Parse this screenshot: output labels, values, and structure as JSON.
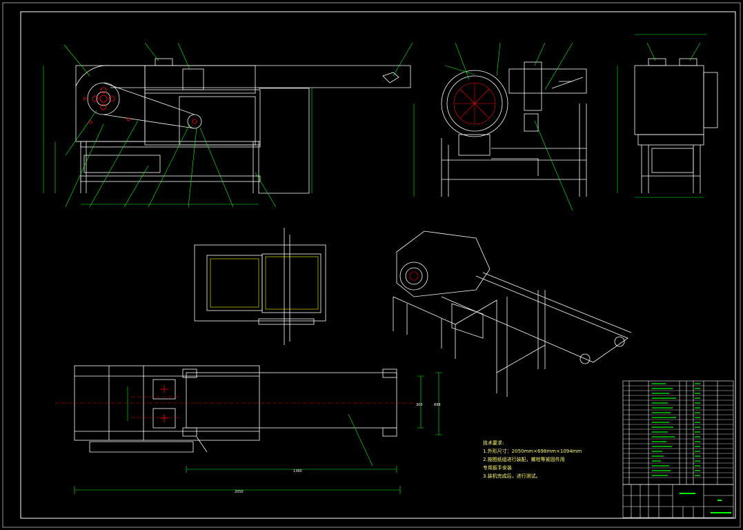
{
  "drawing": {
    "notes": {
      "heading": "技术要求:",
      "lines": [
        "1.外形尺寸：2050mm×698mm×1094mm",
        "2.按图纸组进行装配，螺栓等紧固件用",
        "  专用扳手安装",
        "3.装机完成后，进行测试。"
      ]
    },
    "dimensions": {
      "bottom_overall": "2050",
      "bottom_inner": "1360",
      "bottom_height_a": "300",
      "bottom_height_b": "698"
    },
    "colors": {
      "background": "#000000",
      "frame": "#ffffff",
      "leader": "#00ff00",
      "centerline": "#ff0000",
      "section": "#ffff00",
      "dimension": "#00ff00"
    }
  }
}
